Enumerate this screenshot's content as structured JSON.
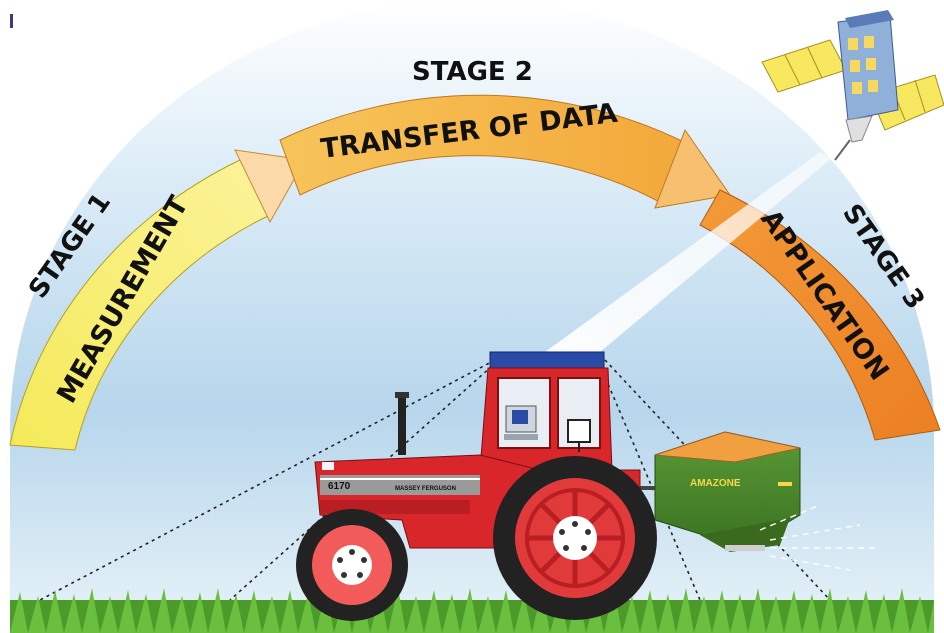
{
  "diagram": {
    "stage1": {
      "title": "STAGE 1",
      "band_label": "MEASUREMENT"
    },
    "stage2": {
      "title": "STAGE 2",
      "band_label": "TRANSFER OF DATA"
    },
    "stage3": {
      "title": "STAGE 3",
      "band_label": "APPLICATION"
    },
    "tractor": {
      "model_number": "6170",
      "brand": "MASSEY FERGUSON"
    },
    "spreader": {
      "brand": "AMAZONE"
    }
  },
  "colors": {
    "sky_top": "#ffffff",
    "sky_mid": "#b7d6ec",
    "band_stage1": "#f7ee6a",
    "band_stage2": "#f5b545",
    "band_stage3": "#f08c2a",
    "tractor_red": "#d8262b",
    "spreader_green": "#4a8a2c",
    "spreader_orange": "#f0a040",
    "grass": "#58a832"
  },
  "icons": [
    "satellite-icon",
    "computer-monitor-icon",
    "display-terminal-icon"
  ]
}
